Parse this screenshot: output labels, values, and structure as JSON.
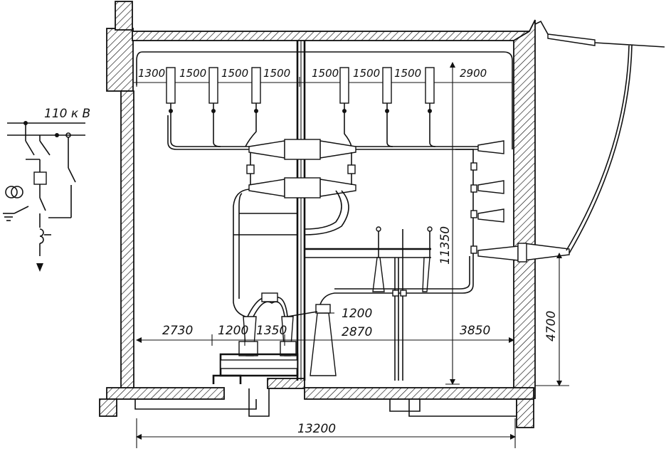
{
  "scheme": {
    "voltage_label": "110 к В"
  },
  "dimensions": {
    "top_spacings": [
      "1300",
      "1500",
      "1500",
      "1500",
      "1500",
      "1500",
      "1500",
      "2900"
    ],
    "bottom_row": [
      "2730",
      "1200",
      "1350",
      "2870",
      "3850"
    ],
    "mid_1200": "1200",
    "height_total": "11350",
    "height_bushing": "4700",
    "total_length": "13200"
  }
}
